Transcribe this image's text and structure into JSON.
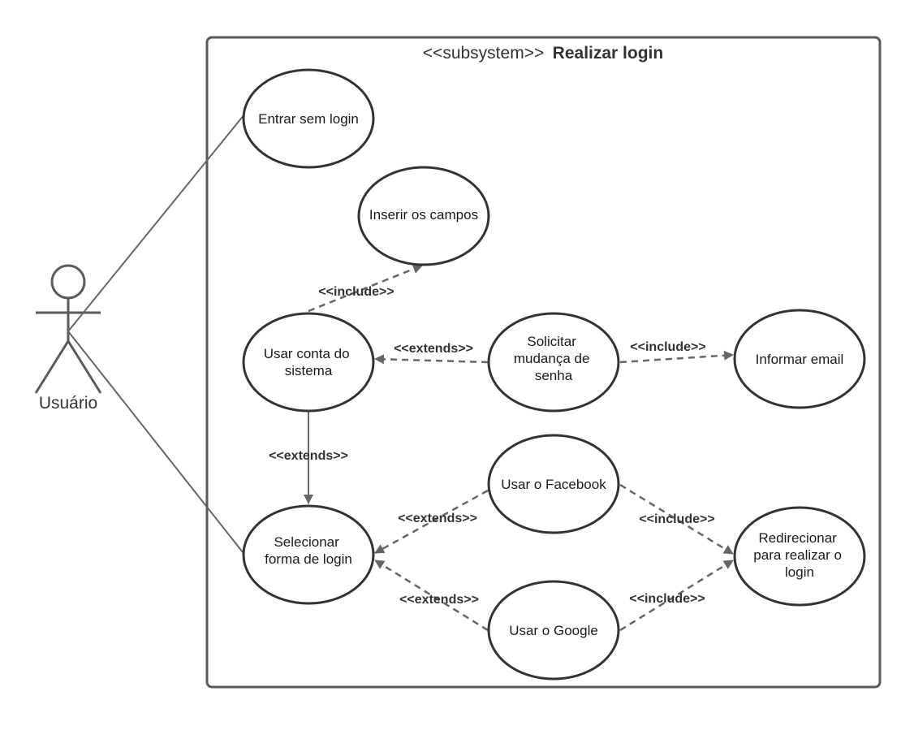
{
  "system": {
    "stereotype": "<<subsystem>>",
    "name": "Realizar login"
  },
  "actor": {
    "name": "Usuário"
  },
  "use_cases": {
    "entrar_sem_login": [
      "Entrar sem login"
    ],
    "inserir_campos": [
      "Inserir os campos"
    ],
    "usar_conta": [
      "Usar conta do",
      "sistema"
    ],
    "solicitar_mudanca": [
      "Solicitar",
      "mudança de",
      "senha"
    ],
    "informar_email": [
      "Informar email"
    ],
    "usar_facebook": [
      "Usar o Facebook"
    ],
    "selecionar_forma": [
      "Selecionar",
      "forma de login"
    ],
    "redirecionar": [
      "Redirecionar",
      "para realizar o",
      "login"
    ],
    "usar_google": [
      "Usar o Google"
    ]
  },
  "relationships": {
    "usar_conta_inserir": "<<include>>",
    "solicitar_usar_conta": "<<extends>>",
    "solicitar_informar": "<<include>>",
    "usar_conta_selecionar": "<<extends>>",
    "facebook_selecionar": "<<extends>>",
    "facebook_redirecionar": "<<include>>",
    "google_selecionar": "<<extends>>",
    "google_redirecionar": "<<include>>"
  }
}
